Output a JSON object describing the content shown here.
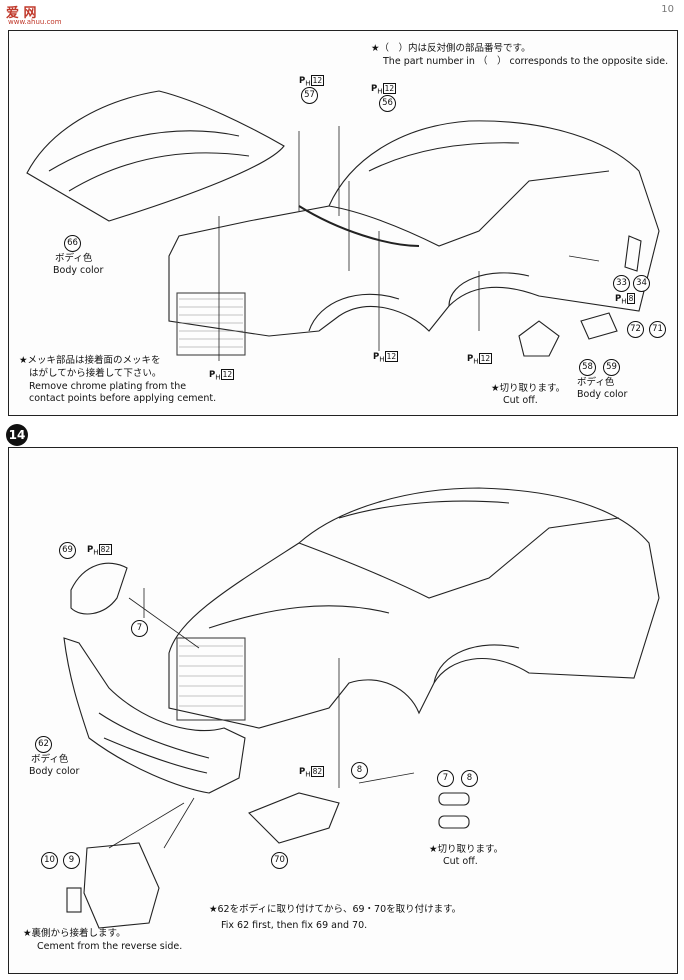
{
  "header": {
    "watermark": "爱 网",
    "watermark_url": "www.ahuu.com",
    "page_number": "10"
  },
  "step_top": {
    "note_part_number": {
      "jp": "★（　）内は反対側の部品番号です。",
      "en": "The part number in （　） corresponds to the opposite side."
    },
    "note_chrome": {
      "jp1": "★メッキ部品は接着面のメッキを",
      "jp2": "はがしてから接着して下さい。",
      "en1": "Remove chrome plating from the",
      "en2": "contact points before applying cement."
    },
    "parts": {
      "p66": "66",
      "p57": "57",
      "p56": "56",
      "p33": "33",
      "p34": "34",
      "p72": "72",
      "p71": "71",
      "p58": "58",
      "p59": "59"
    },
    "ph_label": "P",
    "ph_sub": "H",
    "ph_12": "12",
    "ph_8": "8",
    "body_color_jp": "ボディ色",
    "body_color_en": "Body color",
    "cut_off_jp": "★切り取ります。",
    "cut_off_en": "Cut off."
  },
  "step_bottom": {
    "step_number": "14",
    "parts": {
      "p69": "69",
      "p7": "7",
      "p62": "62",
      "p8": "8",
      "p70": "70",
      "p10": "10",
      "p9": "9"
    },
    "ph_82": "82",
    "body_color_jp": "ボディ色",
    "body_color_en": "Body color",
    "cut_off_jp": "★切り取ります。",
    "cut_off_en": "Cut off.",
    "cement_reverse_jp": "★裏側から接着します。",
    "cement_reverse_en": "Cement from the reverse side.",
    "order_note_jp": "★62をボディに取り付けてから、69・70を取り付けます。",
    "order_note_en": "Fix 62 first, then fix 69 and 70."
  }
}
